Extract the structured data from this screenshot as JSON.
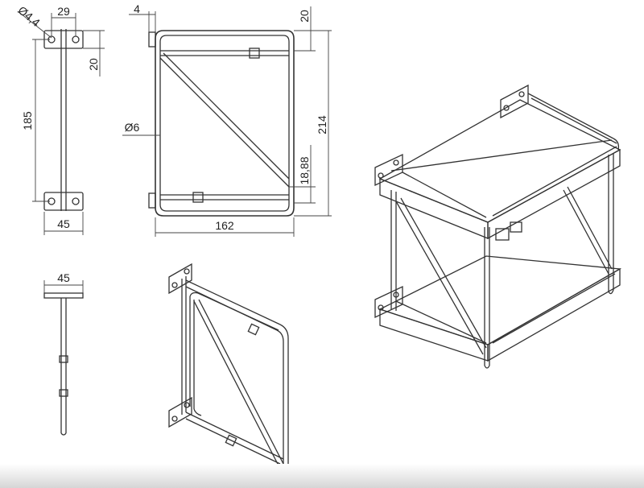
{
  "dimensions": {
    "hole_diameter": "Ø4,4",
    "plate_width_top": "29",
    "plate_height": "20",
    "rod_length": "185",
    "plate_width_bottom": "45",
    "top_view_width": "45",
    "offset_top": "4",
    "offset_right_top": "20",
    "rod_diameter": "Ø6",
    "total_height": "214",
    "brace_offset": "18,88",
    "total_depth": "162"
  },
  "colors": {
    "line": "#333333",
    "background": "#ffffff"
  }
}
